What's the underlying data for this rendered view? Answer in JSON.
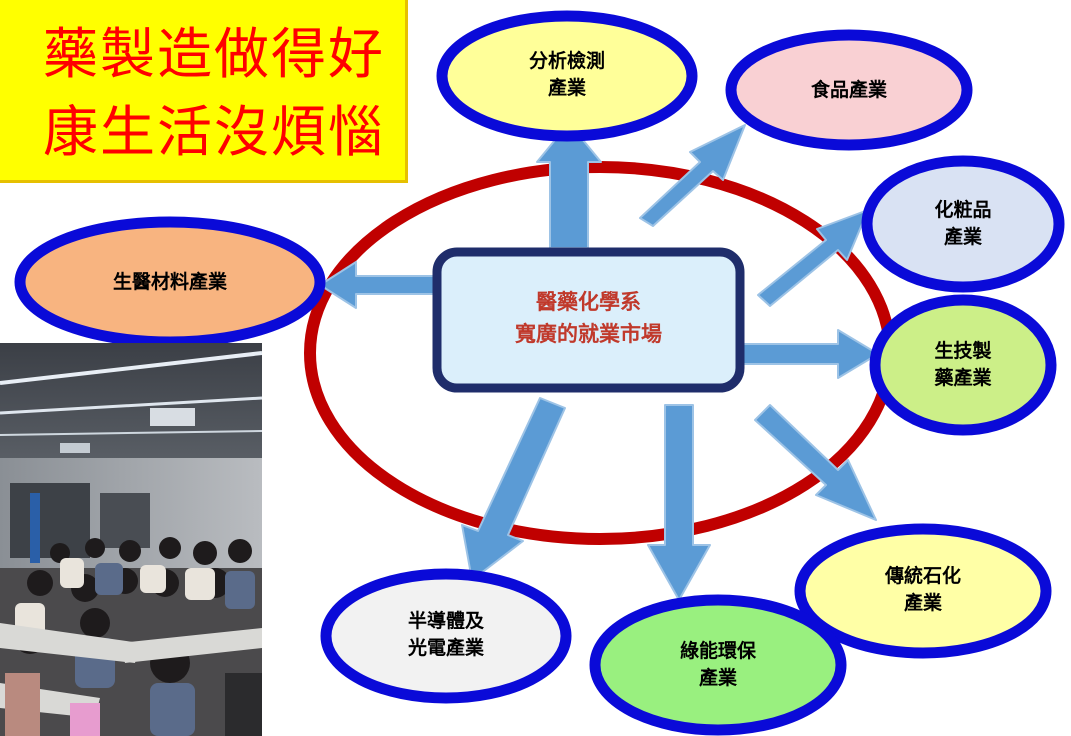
{
  "slogan": {
    "line1": "藥製造做得好",
    "line2": "康生活沒煩惱"
  },
  "center": {
    "line1": "醫藥化學系",
    "line2": "寬廣的就業市場"
  },
  "nodes": [
    {
      "id": "analysis",
      "line1": "分析檢測",
      "line2": "產業",
      "fill": "#ffff99"
    },
    {
      "id": "food",
      "line1": "食品產業",
      "line2": "",
      "fill": "#f9d0d3"
    },
    {
      "id": "cosmetics",
      "line1": "化粧品",
      "line2": "產業",
      "fill": "#d9e2f3"
    },
    {
      "id": "biotech",
      "line1": "生技製",
      "line2": "藥產業",
      "fill": "#ccef88"
    },
    {
      "id": "petrochem",
      "line1": "傳統石化",
      "line2": "產業",
      "fill": "#ffffa6"
    },
    {
      "id": "green",
      "line1": "綠能環保",
      "line2": "產業",
      "fill": "#99f07f"
    },
    {
      "id": "semiconductor",
      "line1": "半導體及",
      "line2": "光電產業",
      "fill": "#f2f2f2"
    },
    {
      "id": "biomaterial",
      "line1": "生醫材料產業",
      "line2": "",
      "fill": "#f8b480"
    }
  ],
  "colors": {
    "node_border": "#0a0ad8",
    "big_ellipse": "#c00000",
    "arrow_fill": "#5b9bd5",
    "arrow_stroke": "#9dc3e6",
    "center_fill": "#dbeffb",
    "center_border": "#1f2d6b",
    "slogan_bg": "#ffff00",
    "slogan_text": "#ff0000"
  }
}
